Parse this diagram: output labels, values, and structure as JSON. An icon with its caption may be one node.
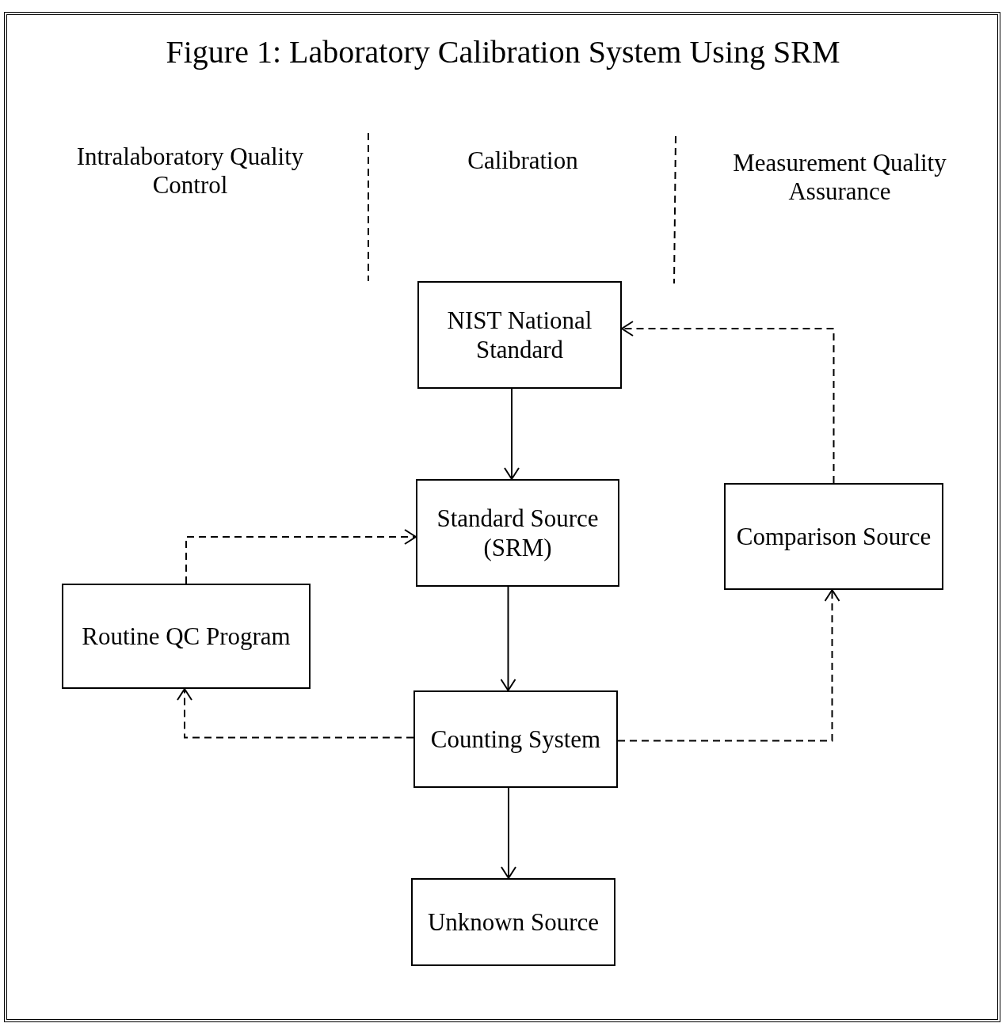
{
  "diagram": {
    "title": "Figure 1:  Laboratory Calibration System Using SRM",
    "nodes": [
      {
        "text": [
          "NIST National Standard"
        ]
      },
      {
        "text": [
          "Standard Source (SRM)"
        ]
      },
      {
        "text": [
          "Routine QC Program"
        ]
      },
      {
        "text": [
          "Comparison Source"
        ]
      },
      {
        "text": [
          "Counting System"
        ]
      },
      {
        "text": [
          "Unknown Source"
        ]
      }
    ],
    "edges": [
      {
        "from": 0,
        "to": 1,
        "arrow": "to"
      },
      {
        "from": 1,
        "to": 4,
        "arrow": "to"
      },
      {
        "from": 4,
        "to": 5,
        "arrow": "to"
      },
      {
        "from": 4,
        "to": 2,
        "arrow": "to",
        "style": "dashed"
      },
      {
        "from": 2,
        "to": 1,
        "arrow": "to",
        "style": "dashed"
      },
      {
        "from": 4,
        "to": 3,
        "arrow": "to",
        "style": "dashed"
      },
      {
        "from": 3,
        "to": 0,
        "arrow": "to",
        "style": "dashed"
      }
    ],
    "labels": [
      "Intralaboratory Quality Control",
      "Calibration",
      "Measurement Quality Assurance"
    ]
  }
}
